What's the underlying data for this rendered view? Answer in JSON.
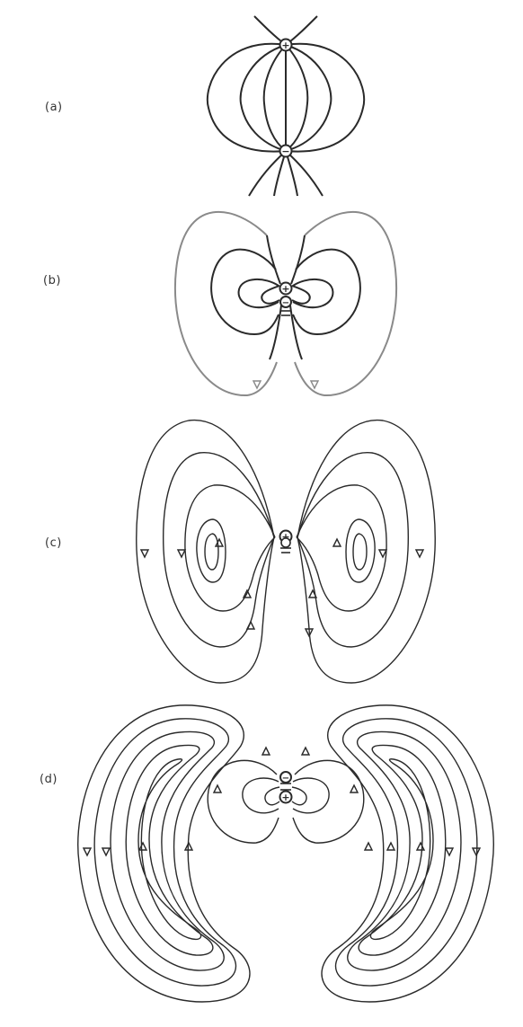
{
  "figure": {
    "panels": [
      {
        "label": "(a)"
      },
      {
        "label": "(b)"
      },
      {
        "label": "(c)"
      },
      {
        "label": "(d)"
      }
    ],
    "charge_signs": {
      "positive": "+",
      "negative": "−"
    },
    "colors": {
      "line": "#2a2a2a",
      "outer_line_b": "#8a8a8a",
      "background": "#ffffff"
    }
  }
}
